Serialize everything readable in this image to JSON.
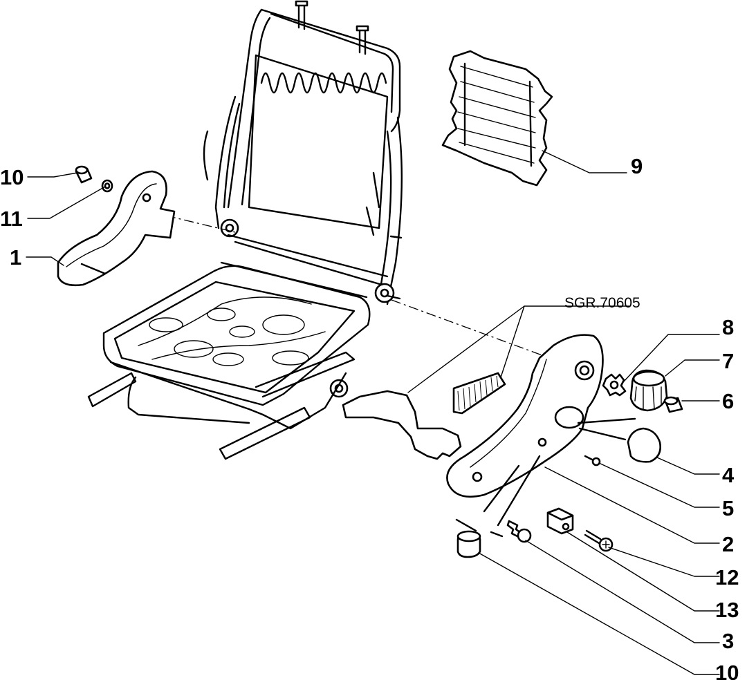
{
  "reference_code": "SGR.70605",
  "callouts": {
    "c10_top": "10",
    "c11": "11",
    "c1": "1",
    "c9": "9",
    "c8": "8",
    "c7": "7",
    "c6": "6",
    "c4": "4",
    "c5": "5",
    "c2": "2",
    "c12": "12",
    "c13": "13",
    "c3": "3",
    "c10_bottom": "10"
  },
  "colors": {
    "ink": "#000000",
    "paper": "#ffffff",
    "shade": "#cfcfcf"
  }
}
